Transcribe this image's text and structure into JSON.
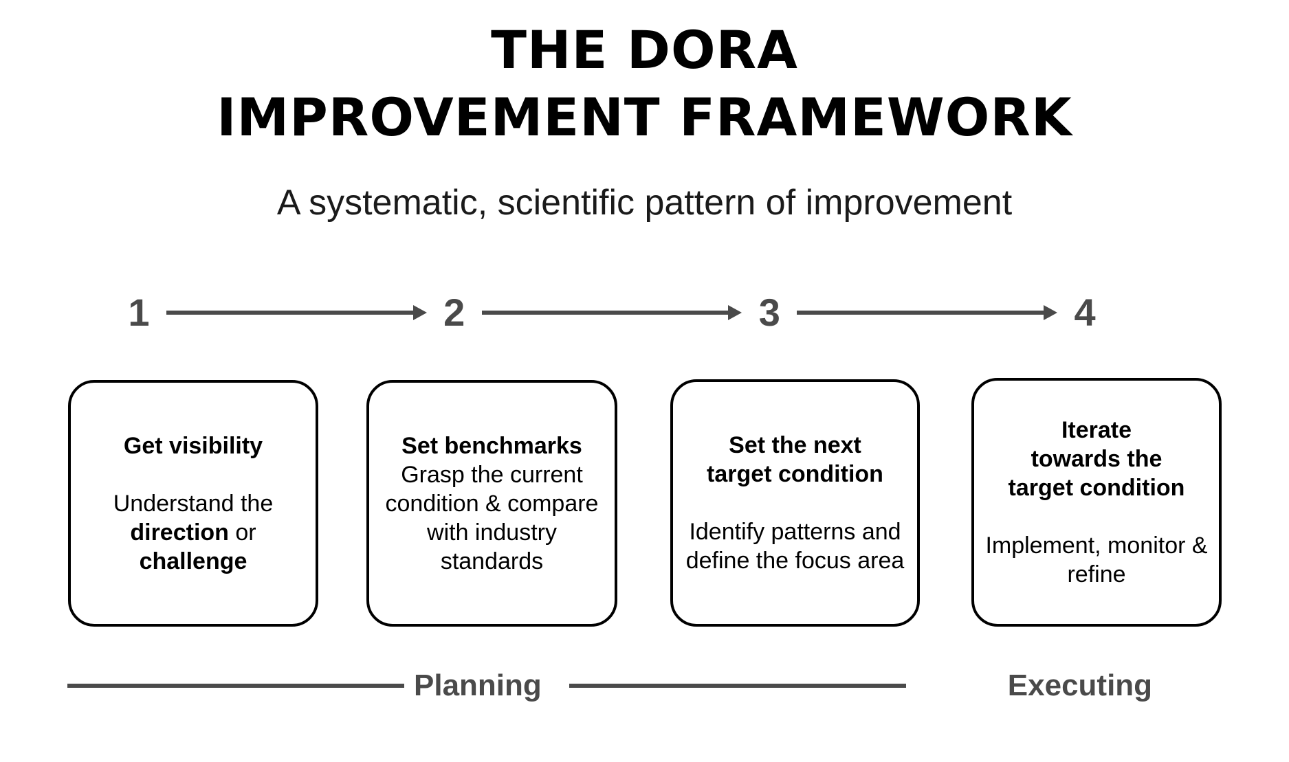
{
  "title": {
    "line1": "THE DORA",
    "line2": "IMPROVEMENT FRAMEWORK",
    "subtitle": "A systematic, scientific pattern of improvement"
  },
  "steps": [
    {
      "number": "1"
    },
    {
      "number": "2"
    },
    {
      "number": "3"
    },
    {
      "number": "4"
    }
  ],
  "cards": [
    {
      "heading": "Get visibility",
      "body_pre": "Understand the ",
      "body_bold1": "direction",
      "body_mid": " or ",
      "body_bold2": "challenge",
      "body_post": "",
      "has_gap": true
    },
    {
      "heading": "Set benchmarks",
      "body": "Grasp the current condition & compare with industry standards",
      "has_gap": false
    },
    {
      "heading_line1": "Set the next",
      "heading_line2": "target condition",
      "body": "Identify patterns and define the focus area",
      "has_gap": true
    },
    {
      "heading_line1": "Iterate",
      "heading_line2": "towards the",
      "heading_line3": "target condition",
      "body": "Implement, monitor & refine",
      "has_gap": true
    }
  ],
  "phases": {
    "planning": "Planning",
    "executing": "Executing"
  },
  "colors": {
    "accent_gray": "#4a4a4a",
    "outline": "#000000",
    "background": "#ffffff"
  }
}
